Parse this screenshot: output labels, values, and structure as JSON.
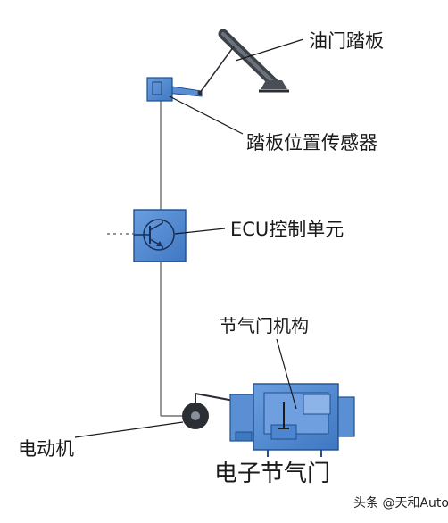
{
  "labels": {
    "accelerator_pedal": "油门踏板",
    "pedal_position_sensor": "踏板位置传感器",
    "ecu_unit": "ECU控制单元",
    "throttle_mechanism": "节气门机构",
    "electric_motor": "电动机",
    "electronic_throttle": "电子节气门"
  },
  "watermark": "头条 @天和Auto",
  "colors": {
    "component_fill": "#4d86d0",
    "component_stroke": "#1f4f8f",
    "wire": "#555555",
    "leader": "#1a1a1a",
    "pedal": "#4a4f57"
  }
}
